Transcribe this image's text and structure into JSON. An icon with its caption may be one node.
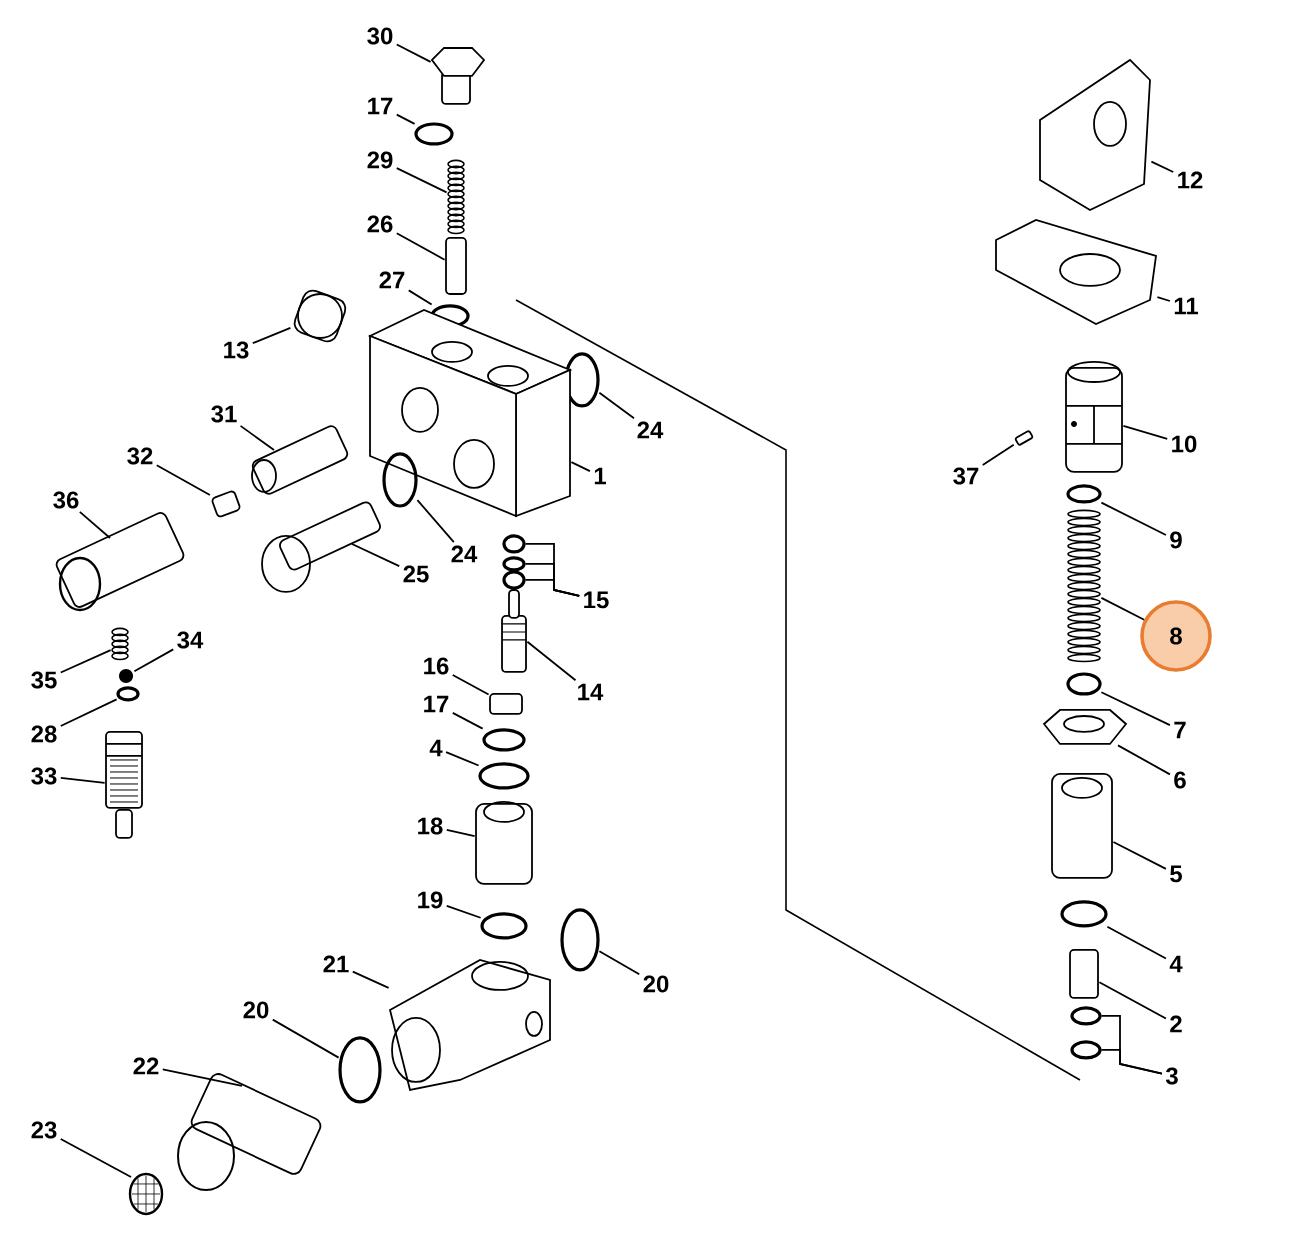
{
  "diagram": {
    "nodes": [
      {
        "text": [
          "30"
        ]
      },
      {
        "text": [
          "17"
        ]
      },
      {
        "text": [
          "29"
        ]
      },
      {
        "text": [
          "26"
        ]
      },
      {
        "text": [
          "27"
        ]
      },
      {
        "text": [
          "13"
        ]
      },
      {
        "text": [
          "31"
        ]
      },
      {
        "text": [
          "32"
        ]
      },
      {
        "text": [
          "36"
        ]
      },
      {
        "text": [
          "24"
        ]
      },
      {
        "text": [
          "1"
        ]
      },
      {
        "text": [
          "24"
        ]
      },
      {
        "text": [
          "25"
        ]
      },
      {
        "text": [
          "15"
        ]
      },
      {
        "text": [
          "35"
        ]
      },
      {
        "text": [
          "34"
        ]
      },
      {
        "text": [
          "28"
        ]
      },
      {
        "text": [
          "33"
        ]
      },
      {
        "text": [
          "16"
        ]
      },
      {
        "text": [
          "17"
        ]
      },
      {
        "text": [
          "4"
        ]
      },
      {
        "text": [
          "14"
        ]
      },
      {
        "text": [
          "18"
        ]
      },
      {
        "text": [
          "19"
        ]
      },
      {
        "text": [
          "20"
        ]
      },
      {
        "text": [
          "21"
        ]
      },
      {
        "text": [
          "20"
        ]
      },
      {
        "text": [
          "22"
        ]
      },
      {
        "text": [
          "23"
        ]
      },
      {
        "text": [
          "12"
        ]
      },
      {
        "text": [
          "11"
        ]
      },
      {
        "text": [
          "10"
        ]
      },
      {
        "text": [
          "37"
        ]
      },
      {
        "text": [
          "9"
        ]
      },
      {
        "text": [
          "8"
        ]
      },
      {
        "text": [
          "7"
        ]
      },
      {
        "text": [
          "6"
        ]
      },
      {
        "text": [
          "5"
        ]
      },
      {
        "text": [
          "4"
        ]
      },
      {
        "text": [
          "2"
        ]
      },
      {
        "text": [
          "3"
        ]
      },
      {
        "text": [],
        "shape": "picture"
      },
      {
        "text": [],
        "shape": "circle"
      },
      {
        "text": [],
        "shape": "picture"
      },
      {
        "text": [],
        "shape": "box"
      },
      {
        "text": [],
        "shape": "circle"
      },
      {
        "text": [],
        "shape": "picture"
      },
      {
        "text": [],
        "shape": "picture"
      },
      {
        "text": [],
        "shape": "picture"
      },
      {
        "text": [],
        "shape": "picture"
      },
      {
        "text": [],
        "shape": "circle"
      },
      {
        "text": [],
        "shape": "picture"
      },
      {
        "text": [],
        "shape": "circle"
      },
      {
        "text": [],
        "shape": "picture"
      },
      {
        "text": [],
        "shape": "circle"
      },
      {
        "text": [],
        "shape": "circle"
      },
      {
        "text": [],
        "shape": "circle"
      },
      {
        "text": [],
        "shape": "picture"
      },
      {
        "text": [],
        "shape": "circle"
      },
      {
        "text": [],
        "shape": "circle"
      },
      {
        "text": [],
        "shape": "picture"
      },
      {
        "text": [],
        "shape": "box"
      },
      {
        "text": [],
        "shape": "circle"
      },
      {
        "text": [],
        "shape": "circle"
      },
      {
        "text": [],
        "shape": "picture"
      },
      {
        "text": [],
        "shape": "picture"
      },
      {
        "text": [],
        "shape": "circle"
      },
      {
        "text": [],
        "shape": "circle"
      },
      {
        "text": [],
        "shape": "picture"
      },
      {
        "text": [],
        "shape": "circle"
      },
      {
        "text": [],
        "shape": "picture"
      },
      {
        "text": [],
        "shape": "picture"
      },
      {
        "text": [],
        "shape": "picture"
      },
      {
        "text": [],
        "shape": "picture"
      },
      {
        "text": [],
        "shape": "picture"
      },
      {
        "text": [],
        "shape": "picture"
      },
      {
        "text": [],
        "shape": "circle"
      },
      {
        "text": [],
        "shape": "picture"
      },
      {
        "text": [],
        "shape": "circle"
      },
      {
        "text": [],
        "shape": "picture"
      },
      {
        "text": [],
        "shape": "picture"
      },
      {
        "text": [],
        "shape": "circle"
      },
      {
        "text": [],
        "shape": "box"
      },
      {
        "text": [],
        "shape": "circle"
      },
      {
        "text": [],
        "shape": "circle"
      }
    ],
    "edges": [
      {
        "from": 0,
        "to": 41,
        "arrow": "none"
      },
      {
        "from": 1,
        "to": 42,
        "arrow": "none"
      },
      {
        "from": 2,
        "to": 43,
        "arrow": "none"
      },
      {
        "from": 3,
        "to": 44,
        "arrow": "none"
      },
      {
        "from": 4,
        "to": 45,
        "arrow": "none"
      },
      {
        "from": 5,
        "to": 46,
        "arrow": "none"
      },
      {
        "from": 6,
        "to": 47,
        "arrow": "none"
      },
      {
        "from": 7,
        "to": 48,
        "arrow": "none"
      },
      {
        "from": 8,
        "to": 49,
        "arrow": "none"
      },
      {
        "from": 9,
        "to": 50,
        "arrow": "none"
      },
      {
        "from": 10,
        "to": 51,
        "arrow": "none"
      },
      {
        "from": 11,
        "to": 52,
        "arrow": "none"
      },
      {
        "from": 12,
        "to": 53,
        "arrow": "none"
      },
      {
        "from": 13,
        "to": 54,
        "arrow": "none"
      },
      {
        "from": 13,
        "to": 55,
        "arrow": "none"
      },
      {
        "from": 13,
        "to": 56,
        "arrow": "none"
      },
      {
        "from": 14,
        "to": 57,
        "arrow": "none"
      },
      {
        "from": 15,
        "to": 58,
        "arrow": "none"
      },
      {
        "from": 16,
        "to": 59,
        "arrow": "none"
      },
      {
        "from": 17,
        "to": 60,
        "arrow": "none"
      },
      {
        "from": 18,
        "to": 61,
        "arrow": "none"
      },
      {
        "from": 19,
        "to": 62,
        "arrow": "none"
      },
      {
        "from": 20,
        "to": 63,
        "arrow": "none"
      },
      {
        "from": 21,
        "to": 64,
        "arrow": "none"
      },
      {
        "from": 22,
        "to": 65,
        "arrow": "none"
      },
      {
        "from": 23,
        "to": 66,
        "arrow": "none"
      },
      {
        "from": 24,
        "to": 67,
        "arrow": "none"
      },
      {
        "from": 25,
        "to": 68,
        "arrow": "none"
      },
      {
        "from": 26,
        "to": 69,
        "arrow": "none"
      },
      {
        "from": 27,
        "to": 70,
        "arrow": "none"
      },
      {
        "from": 28,
        "to": 71,
        "arrow": "none"
      },
      {
        "from": 29,
        "to": 72,
        "arrow": "none"
      },
      {
        "from": 30,
        "to": 73,
        "arrow": "none"
      },
      {
        "from": 31,
        "to": 74,
        "arrow": "none"
      },
      {
        "from": 32,
        "to": 75,
        "arrow": "none"
      },
      {
        "from": 33,
        "to": 76,
        "arrow": "none"
      },
      {
        "from": 34,
        "to": 77,
        "arrow": "none"
      },
      {
        "from": 35,
        "to": 78,
        "arrow": "none"
      },
      {
        "from": 36,
        "to": 79,
        "arrow": "none"
      },
      {
        "from": 37,
        "to": 80,
        "arrow": "none"
      },
      {
        "from": 38,
        "to": 81,
        "arrow": "none"
      },
      {
        "from": 39,
        "to": 82,
        "arrow": "none"
      },
      {
        "from": 40,
        "to": 83,
        "arrow": "none"
      },
      {
        "from": 40,
        "to": 84,
        "arrow": "none"
      }
    ]
  }
}
